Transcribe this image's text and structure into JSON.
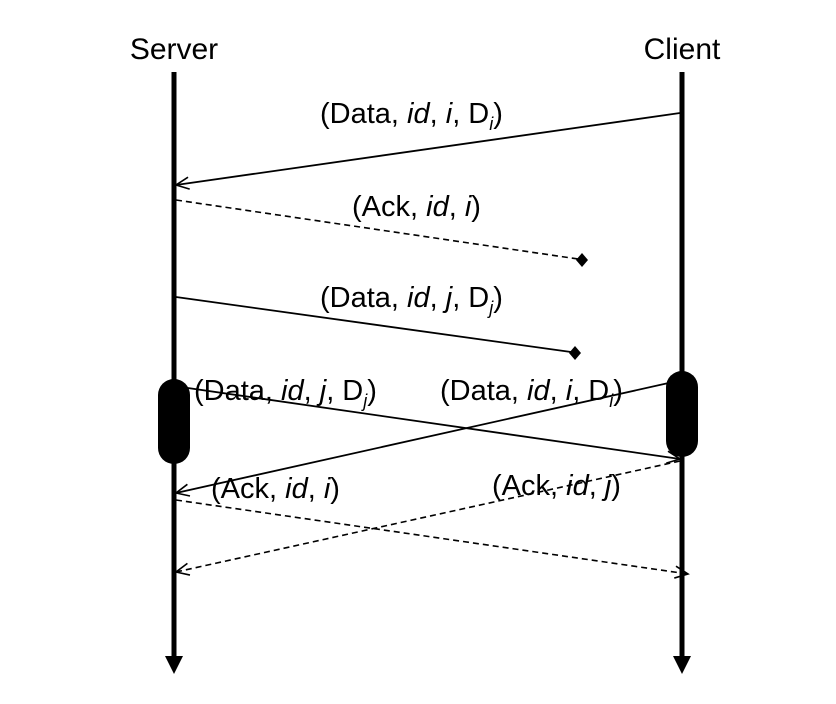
{
  "participants": {
    "server": "Server",
    "client": "Client"
  },
  "messages": {
    "m1": {
      "a": "(Data, ",
      "id": "id",
      "b": ", ",
      "v": "i",
      "c": ", D",
      "sub": "i",
      "d": ")"
    },
    "m2": {
      "a": "(Ack, ",
      "id": "id",
      "b": ", ",
      "v": "i",
      "d": ")"
    },
    "m3": {
      "a": "(Data, ",
      "id": "id",
      "b": ", ",
      "v": "j",
      "c": ", D",
      "sub": "j",
      "d": ")"
    },
    "m4": {
      "a": "(Data, ",
      "id": "id",
      "b": ", ",
      "v": "j",
      "c": ", D",
      "sub": "j",
      "d": ")"
    },
    "m5": {
      "a": "(Data, ",
      "id": "id",
      "b": ", ",
      "v": "i",
      "c": ", D",
      "sub": "i",
      "d": ")"
    },
    "m6": {
      "a": "(Ack, ",
      "id": "id",
      "b": ", ",
      "v": "i",
      "d": ")"
    },
    "m7": {
      "a": "(Ack, ",
      "id": "id",
      "b": ", ",
      "v": "j",
      "d": ")"
    }
  }
}
